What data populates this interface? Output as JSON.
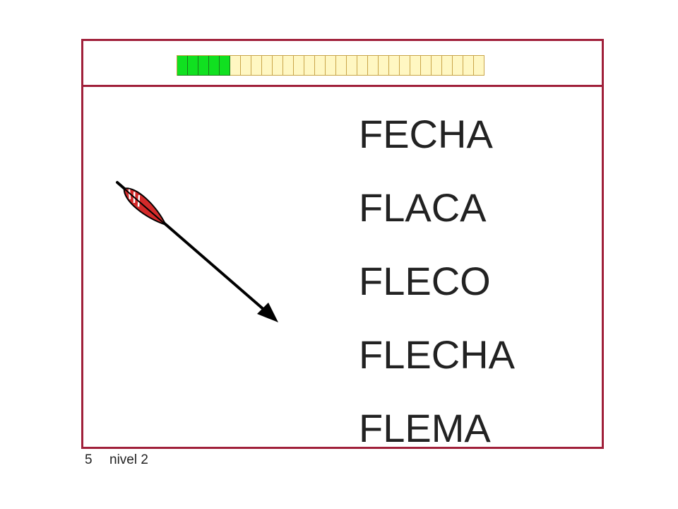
{
  "progress": {
    "total_cells": 29,
    "completed_cells": 5,
    "completed_color": "#10e020",
    "pending_color": "#fff7c2"
  },
  "words": [
    {
      "label": "FECHA"
    },
    {
      "label": "FLACA"
    },
    {
      "label": "FLECO"
    },
    {
      "label": "FLECHA"
    },
    {
      "label": "FLEMA"
    }
  ],
  "picture": {
    "icon": "arrow-icon",
    "fletching_color": "#d42a2a"
  },
  "footer": {
    "page_number": "5",
    "level": "nivel 2"
  },
  "colors": {
    "frame": "#a0203a",
    "text": "#222222"
  }
}
